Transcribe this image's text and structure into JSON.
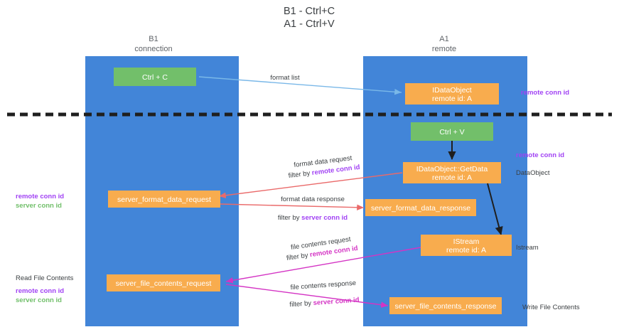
{
  "title": {
    "line1": "B1 - Ctrl+C",
    "line2": "A1 - Ctrl+V"
  },
  "columns": [
    {
      "name": "B1",
      "role": "connection"
    },
    {
      "name": "A1",
      "role": "remote"
    }
  ],
  "boxes": {
    "ctrl_c": "Ctrl + C",
    "ctrl_v": "Ctrl + V",
    "idataobject_line1": "IDataObject",
    "idataobject_line2": "remote id: A",
    "getdata_line1": "IDataObject::GetData",
    "getdata_line2": "remote id: A",
    "istream_line1": "IStream",
    "istream_line2": "remote id: A",
    "server_format_data_request": "server_format_data_request",
    "server_format_data_response": "server_format_data_response",
    "server_file_contents_request": "server_file_contents_request",
    "server_file_contents_response": "server_file_contents_response"
  },
  "edges": {
    "format_list": "format list",
    "format_data_request": "format data request",
    "format_data_request_filter_prefix": "filter by ",
    "format_data_request_filter_key": "remote conn id",
    "format_data_response": "format data response",
    "format_data_response_filter_prefix": "filter by ",
    "format_data_response_filter_key": "server conn id",
    "file_contents_request": "file contents request",
    "file_contents_request_filter_prefix": "filter by ",
    "file_contents_request_filter_key": "remote conn id",
    "file_contents_response": "file contents response",
    "file_contents_response_filter_prefix": "filter by ",
    "file_contents_response_filter_key": "server conn id"
  },
  "notes": {
    "right_remote_conn_id_top": "remote conn id",
    "right_remote_conn_id_mid": "remote conn id",
    "right_dataobject": "DataObject",
    "right_istream": "Istream",
    "right_write_file_contents": "Write File Contents",
    "left_remote_conn_id_mid": "remote conn id",
    "left_server_conn_id_mid": "server conn id",
    "left_read_file_contents": "Read File Contents",
    "left_remote_conn_id_bottom": "remote conn id",
    "left_server_conn_id_bottom": "server conn id"
  },
  "colors": {
    "lane": "#4285d8",
    "orange": "#f8ac4e",
    "green": "#72bf6a",
    "purple": "#a142f4",
    "magenta": "#d434c4",
    "red_arrow": "#ea6a6a",
    "blue_arrow": "#7ab8e8",
    "divider": "#1f1f1f"
  }
}
